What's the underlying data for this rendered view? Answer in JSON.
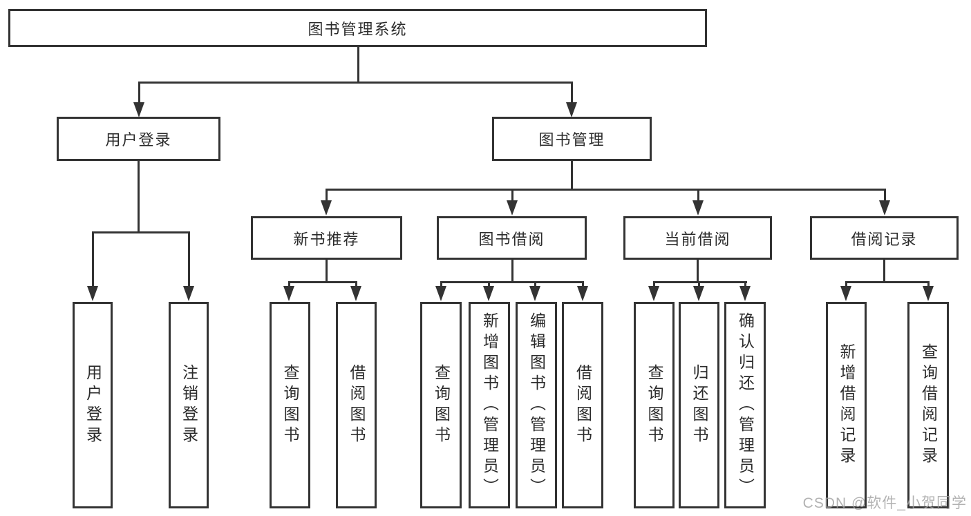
{
  "diagram": {
    "root": {
      "label": "图书管理系统"
    },
    "level2": [
      {
        "label": "用户登录"
      },
      {
        "label": "图书管理"
      }
    ],
    "level3": [
      {
        "label": "新书推荐"
      },
      {
        "label": "图书借阅"
      },
      {
        "label": "当前借阅"
      },
      {
        "label": "借阅记录"
      }
    ],
    "leaves": {
      "user_login": [
        "用户登录",
        "注销登录"
      ],
      "new_book_recommend": [
        "查询图书",
        "借阅图书"
      ],
      "book_borrow": [
        "查询图书",
        "新增图书（管理员）",
        "编辑图书（管理员）",
        "借阅图书"
      ],
      "current_borrow": [
        "查询图书",
        "归还图书",
        "确认归还（管理员）"
      ],
      "borrow_records": [
        "新增借阅记录",
        "查询借阅记录"
      ]
    }
  },
  "watermark": {
    "text": "CSDN @软件_小贺同学"
  },
  "colors": {
    "line": "#333333",
    "text": "#2b2b2b",
    "background": "#ffffff"
  }
}
